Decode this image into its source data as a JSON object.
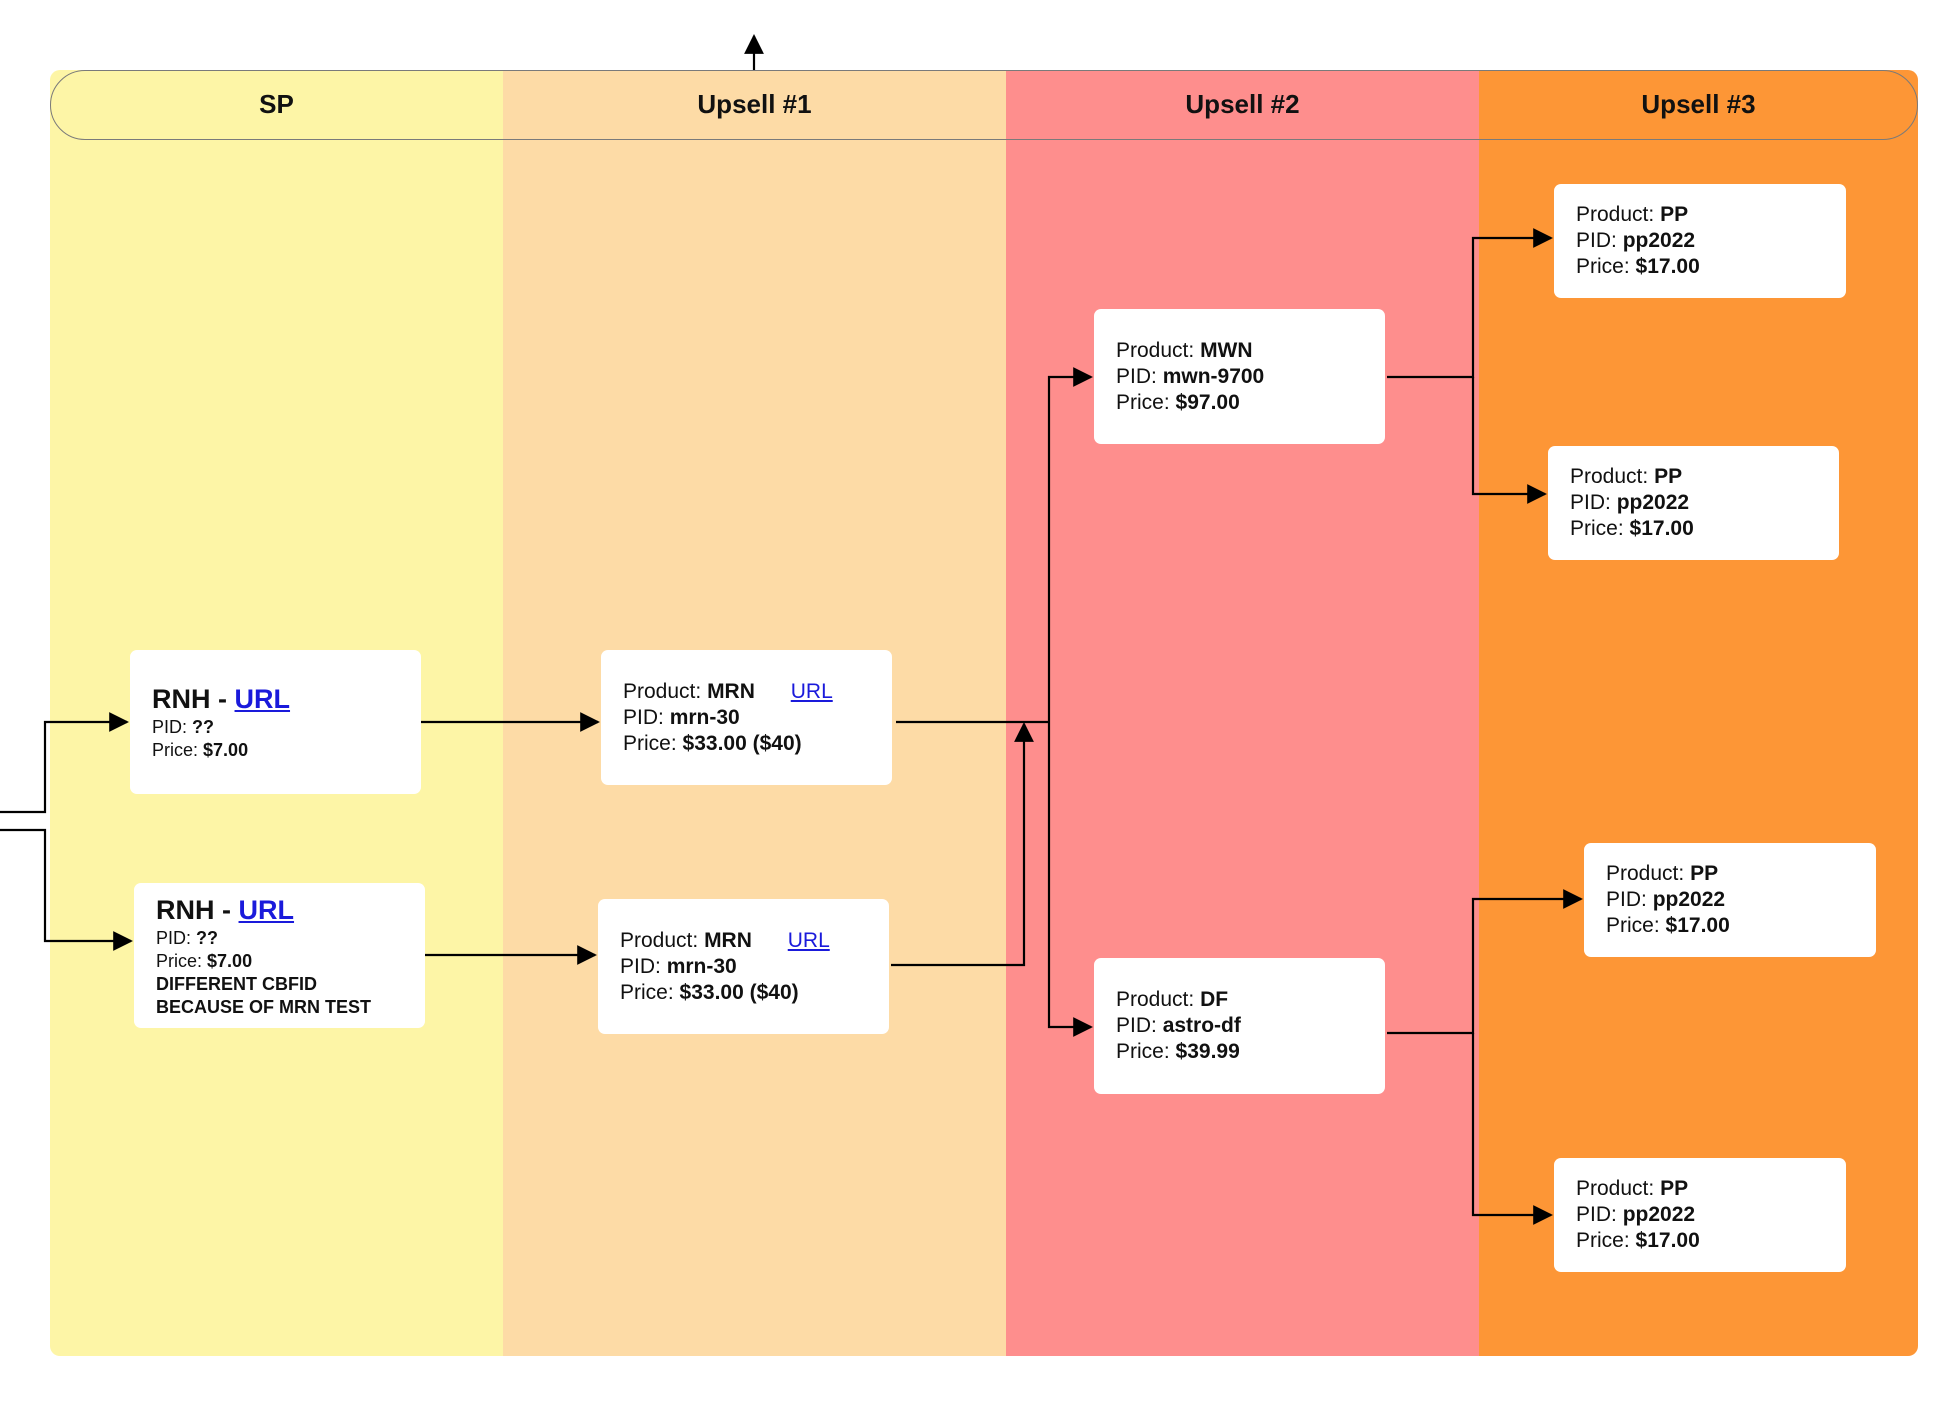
{
  "colors": {
    "sp": "#fdf5a6",
    "upsell1": "#fddba6",
    "upsell2": "#fe8e8d",
    "upsell3": "#fd9636",
    "link": "#1a1adb"
  },
  "columns": {
    "sp": "SP",
    "upsell1": "Upsell #1",
    "upsell2": "Upsell #2",
    "upsell3": "Upsell #3"
  },
  "labels": {
    "product": "Product:",
    "pid": "PID:",
    "price": "Price:",
    "url": "URL",
    "dash": "-"
  },
  "sp_cards": [
    {
      "name": "RNH",
      "pid": "??",
      "price": "$7.00",
      "note": []
    },
    {
      "name": "RNH",
      "pid": "??",
      "price": "$7.00",
      "note": [
        "DIFFERENT CBFID",
        "BECAUSE OF MRN TEST"
      ]
    }
  ],
  "upsell1_cards": [
    {
      "product": "MRN",
      "pid": "mrn-30",
      "price": "$33.00 ($40)"
    },
    {
      "product": "MRN",
      "pid": "mrn-30",
      "price": "$33.00 ($40)"
    }
  ],
  "upsell2_cards": [
    {
      "product": "MWN",
      "pid": "mwn-9700",
      "price": "$97.00"
    },
    {
      "product": "DF",
      "pid": "astro-df",
      "price": "$39.99"
    }
  ],
  "upsell3_cards": [
    {
      "product": "PP",
      "pid": "pp2022",
      "price": "$17.00"
    },
    {
      "product": "PP",
      "pid": "pp2022",
      "price": "$17.00"
    },
    {
      "product": "PP",
      "pid": "pp2022",
      "price": "$17.00"
    },
    {
      "product": "PP",
      "pid": "pp2022",
      "price": "$17.00"
    }
  ]
}
